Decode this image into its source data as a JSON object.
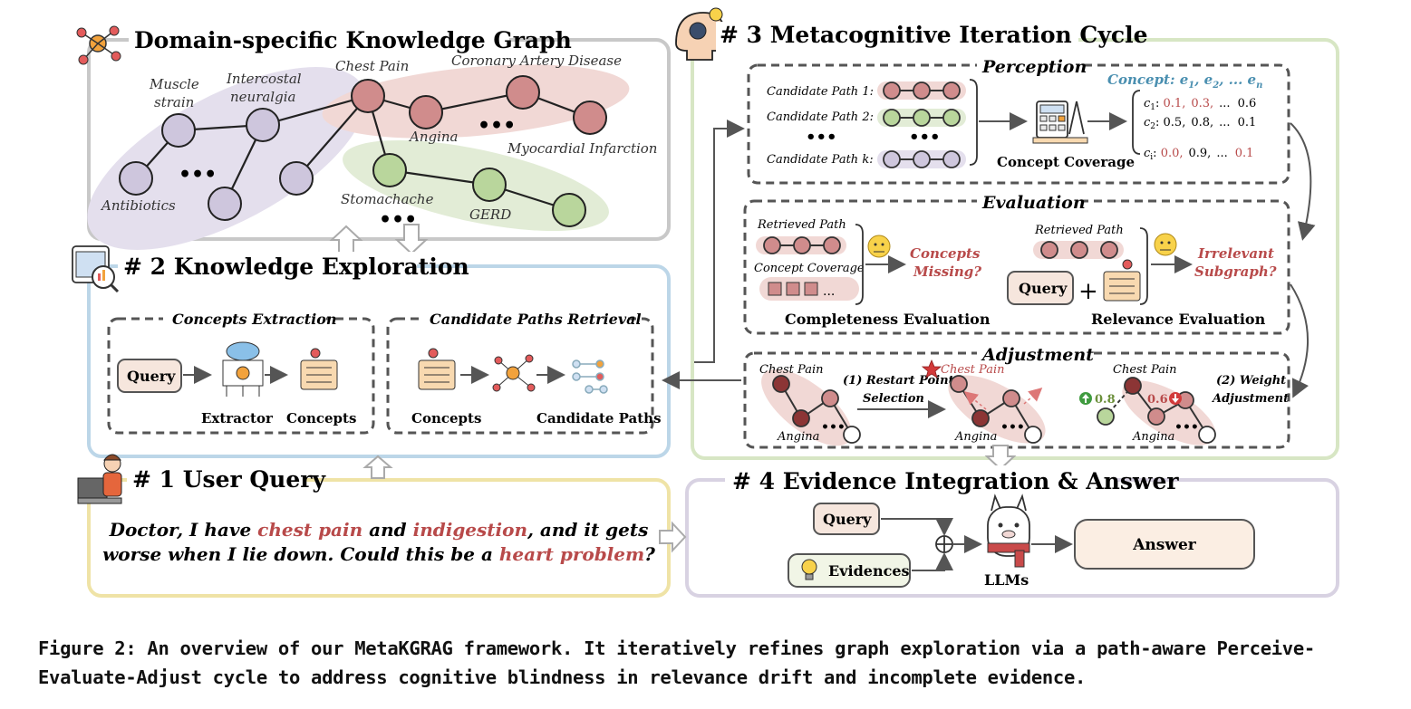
{
  "kg": {
    "title": "Domain-specific Knowledge Graph",
    "nodes": {
      "muscle1": "Muscle",
      "muscle2": "strain",
      "intercostal1": "Intercostal",
      "intercostal2": "neuralgia",
      "chest_pain": "Chest Pain",
      "cad": "Coronary Artery Disease",
      "antibiotics": "Antibiotics",
      "angina": "Angina",
      "mi": "Myocardial Infarction",
      "stomachache": "Stomachache",
      "gerd": "GERD"
    },
    "ellipsis": "•••"
  },
  "exploration": {
    "title": "# 2 Knowledge Exploration",
    "concepts_extraction": "Concepts Extraction",
    "candidate_paths_retrieval": "Candidate Paths Retrieval",
    "query": "Query",
    "extractor": "Extractor",
    "concepts": "Concepts",
    "concepts2": "Concepts",
    "candidate_paths": "Candidate Paths"
  },
  "user_query": {
    "title": "# 1 User Query",
    "line1": [
      "Doctor, I have ",
      "chest pain",
      " and ",
      "indigestion",
      ", and it gets"
    ],
    "line2": [
      "worse when I lie down. Could this be a ",
      "heart problem",
      "?"
    ]
  },
  "cycle": {
    "title": "# 3 Metacognitive Iteration Cycle",
    "perception": {
      "label": "Perception",
      "path1": "Candidate Path 1:",
      "path2": "Candidate Path 2:",
      "pathk": "Candidate Path k:",
      "dots": "•••",
      "concept_coverage": "Concept Coverage",
      "concept_header": "Concept: e",
      "concept_subs": [
        "1",
        "2",
        "n"
      ],
      "rows": [
        {
          "c": "c",
          "sub": "1",
          "v": [
            "0.1,",
            "0.3,",
            "...",
            "0.6"
          ]
        },
        {
          "c": "c",
          "sub": "2",
          "v": [
            "0.5,",
            "0.8,",
            "...",
            "0.1"
          ]
        },
        {
          "c": "c",
          "sub": "i",
          "v": [
            "0.0,",
            "0.9,",
            "...",
            "0.1"
          ]
        }
      ]
    },
    "evaluation": {
      "label": "Evaluation",
      "retrieved_path": "Retrieved Path",
      "retrieved_path2": "Retrieved Path",
      "concept_coverage": "Concept Coverage",
      "concepts_missing1": "Concepts",
      "concepts_missing2": "Missing?",
      "query": "Query",
      "irrelevant1": "Irrelevant",
      "irrelevant2": "Subgraph?",
      "completeness": "Completeness Evaluation",
      "relevance": "Relevance Evaluation"
    },
    "adjustment": {
      "label": "Adjustment",
      "chest_pain1": "Chest Pain",
      "chest_pain2": "Chest Pain",
      "chest_pain3": "Chest Pain",
      "angina1": "Angina",
      "angina2": "Angina",
      "angina3": "Angina",
      "restart1": "(1) Restart Point",
      "restart2": "Selection",
      "weight1": "(2) Weight",
      "weight2": "Adjustment",
      "up_val": "0.8",
      "down_val": "0.6"
    }
  },
  "evidence": {
    "title": "# 4 Evidence Integration & Answer",
    "query": "Query",
    "evidences": "Evidences",
    "llms": "LLMs",
    "answer": "Answer"
  },
  "caption": {
    "line1": "Figure 2: An overview of our MetaKGRAG framework. It iteratively refines graph exploration via a path-aware Perceive-",
    "line2": "Evaluate-Adjust cycle to address cognitive blindness in relevance drift and incomplete evidence."
  },
  "colors": {
    "red_node": "#d08c8c",
    "purple_node": "#cec6dd",
    "green_node": "#b9d69c",
    "dark_red": "#8c3535",
    "accent_red": "#b84a4a",
    "blue_text": "#4a8fb0"
  }
}
